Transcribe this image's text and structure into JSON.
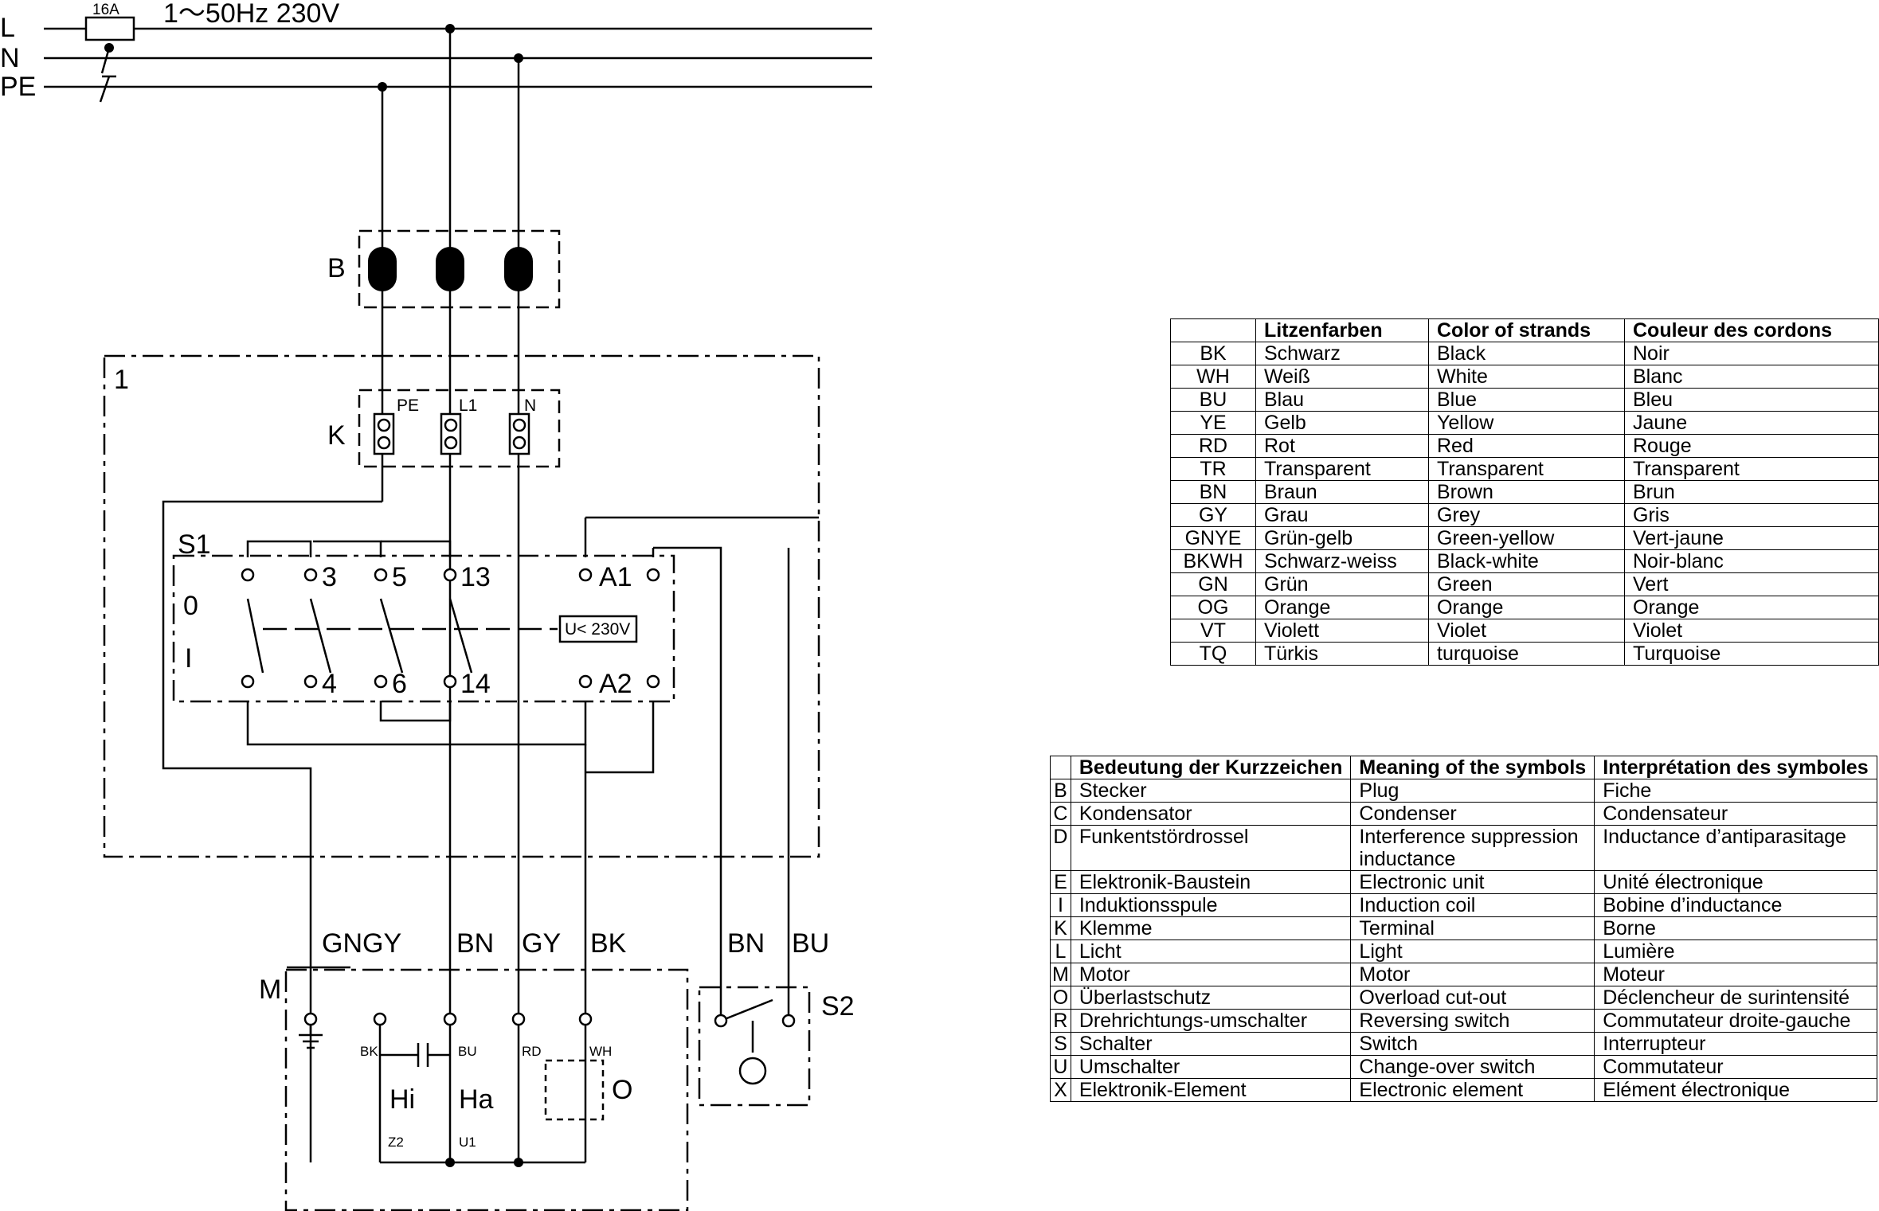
{
  "supply": {
    "line_labels": [
      "L",
      "N",
      "PE"
    ],
    "fuse_rating": "16A",
    "spec": "1～50Hz  230V"
  },
  "components": {
    "plug": "B",
    "unit": "1",
    "terminal": "K",
    "terminal_pins": [
      "PE",
      "L1",
      "N"
    ],
    "switch": "S1",
    "switch_positions": [
      "0",
      "I"
    ],
    "contacts_top": [
      "3",
      "5",
      "13",
      "A1"
    ],
    "contacts_bottom": [
      "4",
      "6",
      "14",
      "A2"
    ],
    "electronic_box": "U< 230V",
    "motor": "M",
    "switch2": "S2",
    "motor_inner": [
      "BK",
      "BU",
      "RD",
      "WH",
      "Hi",
      "Ha",
      "O",
      "Z2",
      "U1"
    ]
  },
  "wire_colors": [
    "GNGY",
    "BN",
    "GY",
    "BK",
    "BN",
    "BU"
  ],
  "colors_table": {
    "headers": [
      "",
      "Litzenfarben",
      "Color of strands",
      "Couleur des cordons"
    ],
    "rows": [
      [
        "BK",
        "Schwarz",
        "Black",
        "Noir"
      ],
      [
        "WH",
        "Weiß",
        "White",
        "Blanc"
      ],
      [
        "BU",
        "Blau",
        "Blue",
        "Bleu"
      ],
      [
        "YE",
        "Gelb",
        "Yellow",
        "Jaune"
      ],
      [
        "RD",
        "Rot",
        "Red",
        "Rouge"
      ],
      [
        "TR",
        "Transparent",
        "Transparent",
        "Transparent"
      ],
      [
        "BN",
        "Braun",
        "Brown",
        "Brun"
      ],
      [
        "GY",
        "Grau",
        "Grey",
        "Gris"
      ],
      [
        "GNYE",
        "Grün-gelb",
        "Green-yellow",
        "Vert-jaune"
      ],
      [
        "BKWH",
        "Schwarz-weiss",
        "Black-white",
        "Noir-blanc"
      ],
      [
        "GN",
        "Grün",
        "Green",
        "Vert"
      ],
      [
        "OG",
        "Orange",
        "Orange",
        "Orange"
      ],
      [
        "VT",
        "Violett",
        "Violet",
        "Violet"
      ],
      [
        "TQ",
        "Türkis",
        "turquoise",
        "Turquoise"
      ]
    ]
  },
  "symbols_table": {
    "headers": [
      "",
      "Bedeutung der Kurzzeichen",
      "Meaning of the symbols",
      "Interprétation des symboles"
    ],
    "rows": [
      [
        "B",
        "Stecker",
        "Plug",
        "Fiche"
      ],
      [
        "C",
        "Kondensator",
        "Condenser",
        "Condensateur"
      ],
      [
        "D",
        "Funkentstördrossel",
        "Interference suppression inductance",
        "Inductance d’antiparasitage"
      ],
      [
        "E",
        "Elektronik-Baustein",
        "Electronic unit",
        "Unité électronique"
      ],
      [
        "I",
        "Induktionsspule",
        "Induction coil",
        "Bobine d’inductance"
      ],
      [
        "K",
        "Klemme",
        "Terminal",
        "Borne"
      ],
      [
        "L",
        "Licht",
        "Light",
        "Lumière"
      ],
      [
        "M",
        "Motor",
        "Motor",
        "Moteur"
      ],
      [
        "O",
        "Überlastschutz",
        "Overload cut-out",
        "Déclencheur de surintensité"
      ],
      [
        "R",
        "Drehrichtungs-umschalter",
        "Reversing switch",
        "Commutateur droite-gauche"
      ],
      [
        "S",
        "Schalter",
        "Switch",
        "Interrupteur"
      ],
      [
        "U",
        "Umschalter",
        "Change-over switch",
        "Commutateur"
      ],
      [
        "X",
        "Elektronik-Element",
        "Electronic element",
        "Elément électronique"
      ]
    ]
  }
}
